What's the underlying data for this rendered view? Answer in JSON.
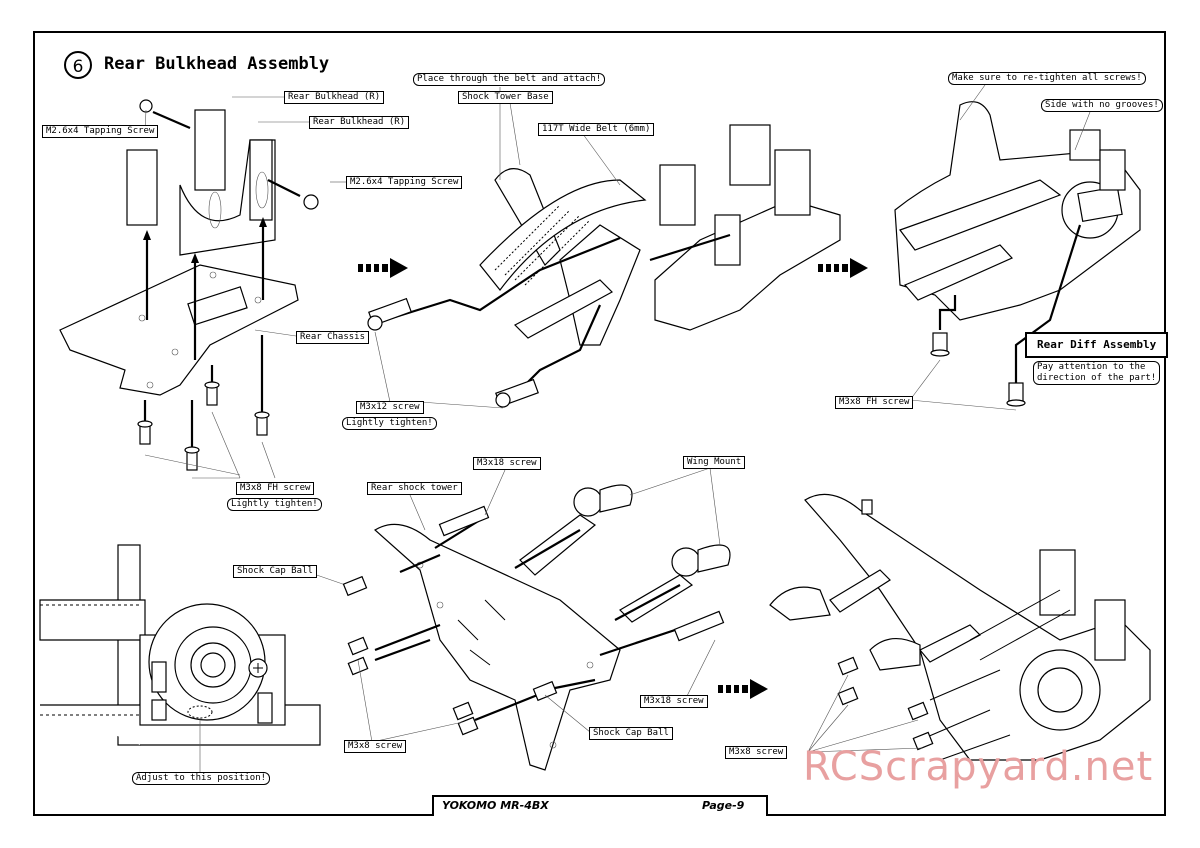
{
  "step": {
    "number": "6",
    "title": "Rear Bulkhead Assembly"
  },
  "labels": {
    "rear_bulkhead_r_1": "Rear Bulkhead (R)",
    "rear_bulkhead_r_2": "Rear Bulkhead (R)",
    "m26_tapping_screw_1": "M2.6x4 Tapping Screw",
    "m26_tapping_screw_2": "M2.6x4 Tapping Screw",
    "rear_chassis": "Rear Chassis",
    "m3x8_fh_screw_1": "M3x8 FH screw",
    "lightly_tighten_1": "Lightly tighten!",
    "place_through_belt": "Place through the belt and attach!",
    "shock_tower_base": "Shock Tower Base",
    "belt_117t": "117T Wide Belt (6mm)",
    "m3x12_screw": "M3x12 screw",
    "lightly_tighten_2": "Lightly tighten!",
    "make_sure_retighten": "Make sure to re-tighten all screws!",
    "side_no_grooves": "Side with no grooves!",
    "rear_diff_assembly": "Rear Diff Assembly",
    "pay_attention": "Pay attention to the\ndirection of the part!",
    "m3x8_fh_screw_2": "M3x8 FH screw",
    "shock_cap_ball_1": "Shock Cap Ball",
    "adjust_position": "Adjust to this position!",
    "rear_shock_tower": "Rear shock tower",
    "m3x18_screw_1": "M3x18 screw",
    "wing_mount": "Wing Mount",
    "m3x18_screw_2": "M3x18 screw",
    "shock_cap_ball_2": "Shock Cap Ball",
    "m3x8_screw_1": "M3x8 screw",
    "m3x8_screw_2": "M3x8 screw"
  },
  "footer": {
    "model": "YOKOMO MR-4BX",
    "page": "Page-9"
  },
  "watermark": "RCScrapyard.net"
}
